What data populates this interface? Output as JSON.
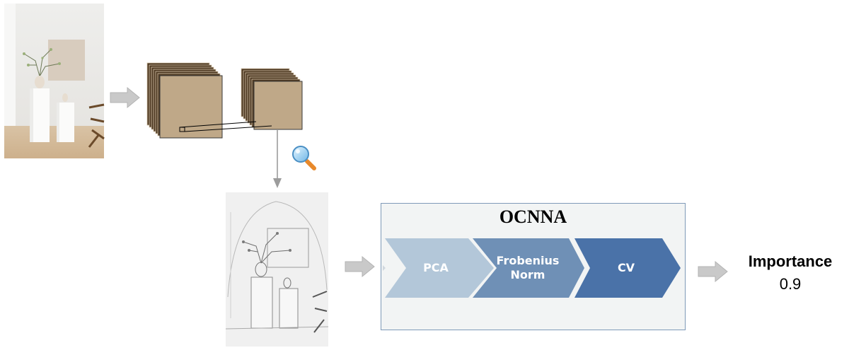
{
  "ocnna": {
    "title": "OCNNA",
    "stages": [
      {
        "label": "PCA",
        "color": "#b3c7d9"
      },
      {
        "label": "Frobenius\nNorm",
        "color": "#6f90b6"
      },
      {
        "label": "CV",
        "color": "#4a72a8"
      }
    ]
  },
  "output": {
    "label": "Importance",
    "value": "0.9"
  },
  "icons": {
    "magnifier": "magnifier-icon"
  },
  "colors": {
    "feature_map_fill": "#bfa888",
    "feature_map_stack": "#4e3922",
    "arrow": "#c9c9c9",
    "box_border": "#7f9ab8"
  }
}
